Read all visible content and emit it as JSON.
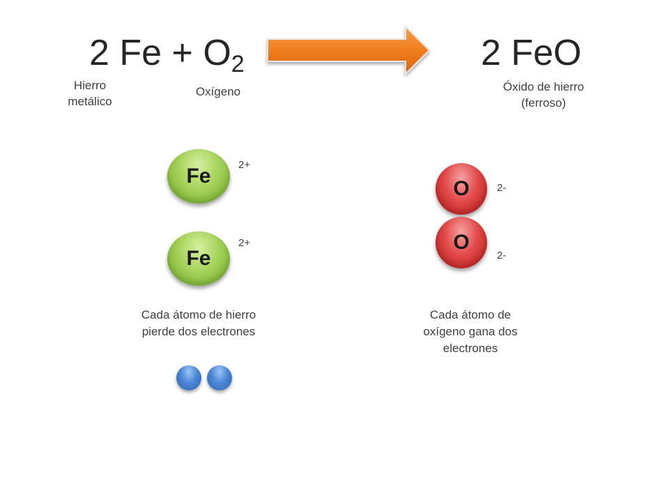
{
  "equation": {
    "reactants_prefix": "2 Fe + O",
    "reactants_subscript": "2",
    "products": "2 FeO"
  },
  "labels": {
    "iron_metal": "Hierro metálico",
    "oxygen": "Oxígeno",
    "iron_oxide_line1": "Óxido de hierro",
    "iron_oxide_line2": "(ferroso)"
  },
  "atoms": {
    "iron": [
      {
        "symbol": "Fe",
        "charge": "2+"
      },
      {
        "symbol": "Fe",
        "charge": "2+"
      }
    ],
    "oxygen": [
      {
        "symbol": "O",
        "charge": "2-"
      },
      {
        "symbol": "O",
        "charge": "2-"
      }
    ]
  },
  "descriptions": {
    "iron": "Cada átomo de hierro pierde dos electrones",
    "oxygen": "Cada átomo de oxígeno gana dos electrones"
  },
  "colors": {
    "arrow": "#f07d1e",
    "iron_atom": "#a6d35a",
    "oxygen_atom": "#e34a4a",
    "electron": "#4a88d6"
  },
  "electron_count": 2
}
